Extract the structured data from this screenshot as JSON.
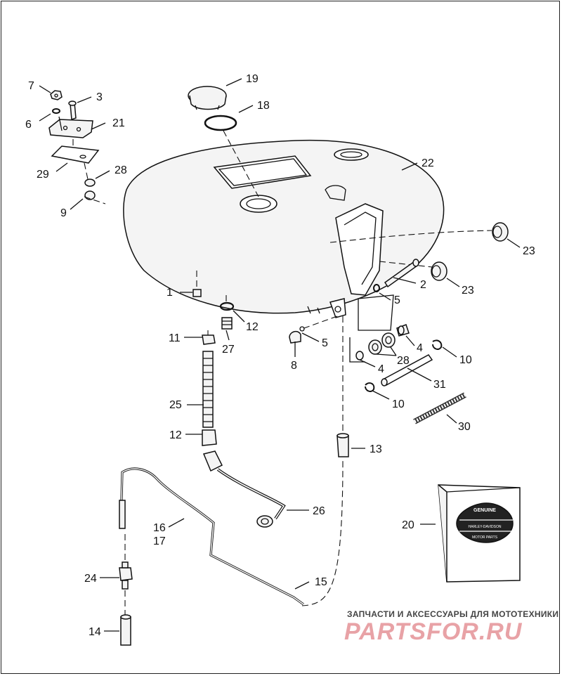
{
  "callouts": {
    "c1": "1",
    "c2": "2",
    "c3": "3",
    "c4a": "4",
    "c4b": "4",
    "c5a": "5",
    "c5b": "5",
    "c6": "6",
    "c7": "7",
    "c8": "8",
    "c9": "9",
    "c10a": "10",
    "c10b": "10",
    "c11": "11",
    "c12a": "12",
    "c12b": "12",
    "c13": "13",
    "c14": "14",
    "c15": "15",
    "c16": "16",
    "c17": "17",
    "c18": "18",
    "c19": "19",
    "c20": "20",
    "c21": "21",
    "c22": "22",
    "c23a": "23",
    "c23b": "23",
    "c24": "24",
    "c25": "25",
    "c26": "26",
    "c27": "27",
    "c28a": "28",
    "c28b": "28",
    "c29": "29",
    "c30": "30",
    "c31": "31"
  },
  "parts_box": {
    "badge_top": "GENUINE",
    "badge_brand": "HARLEY-DAVIDSON",
    "badge_bottom": "MOTOR PARTS"
  },
  "watermark": {
    "tagline": "ЗАПЧАСТИ И АКСЕССУАРЫ ДЛЯ МОТОТЕХНИКИ",
    "brand": "PARTSFOR.RU"
  }
}
